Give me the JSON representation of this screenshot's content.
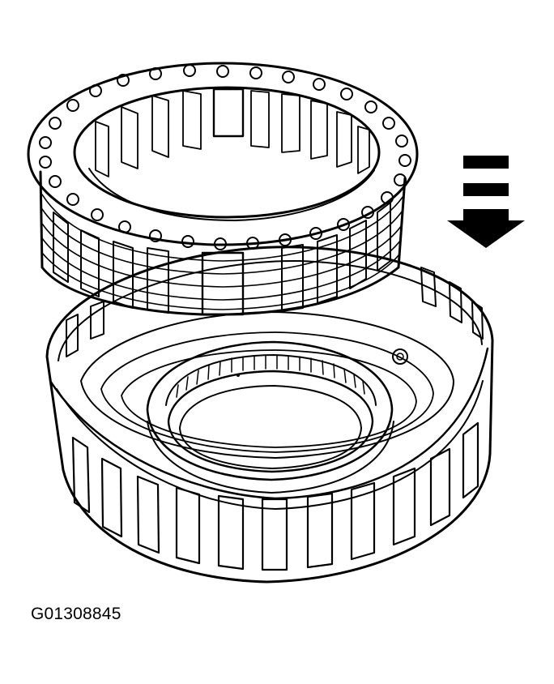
{
  "figure": {
    "id_label": "G01308845",
    "ink_color": "#000000",
    "paper_color": "#ffffff",
    "parts": [
      "clutch-pack-ring",
      "clutch-drum-housing",
      "installation-direction-arrow"
    ]
  }
}
